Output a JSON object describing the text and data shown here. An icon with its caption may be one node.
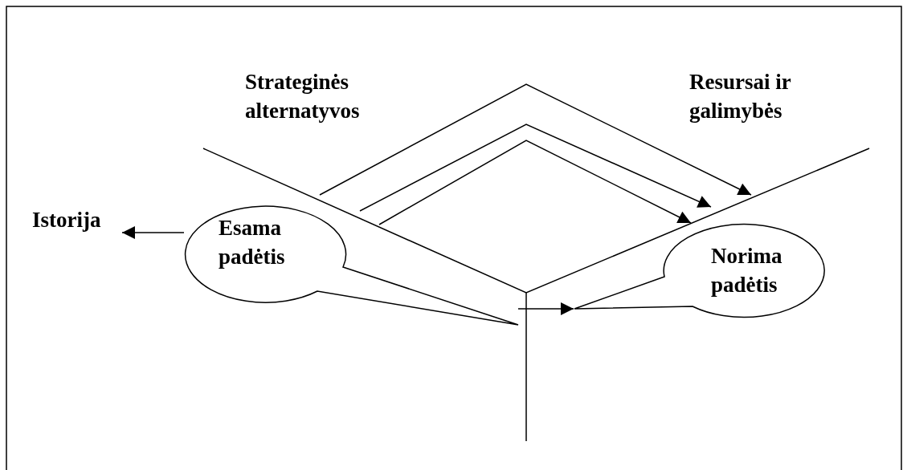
{
  "diagram": {
    "nodes": [
      {
        "text": [
          "Istorija"
        ]
      },
      {
        "text": [
          "Esama padėtis"
        ]
      },
      {
        "text": [
          "Norima padėtis"
        ]
      }
    ],
    "edges": [
      {
        "from": 1,
        "to": 0,
        "arrow": "to"
      },
      {
        "from": null,
        "to": 2,
        "arrow": "to"
      }
    ],
    "labels": [
      "Strateginės alternatyvos",
      "Resursai ir galimybės"
    ]
  }
}
